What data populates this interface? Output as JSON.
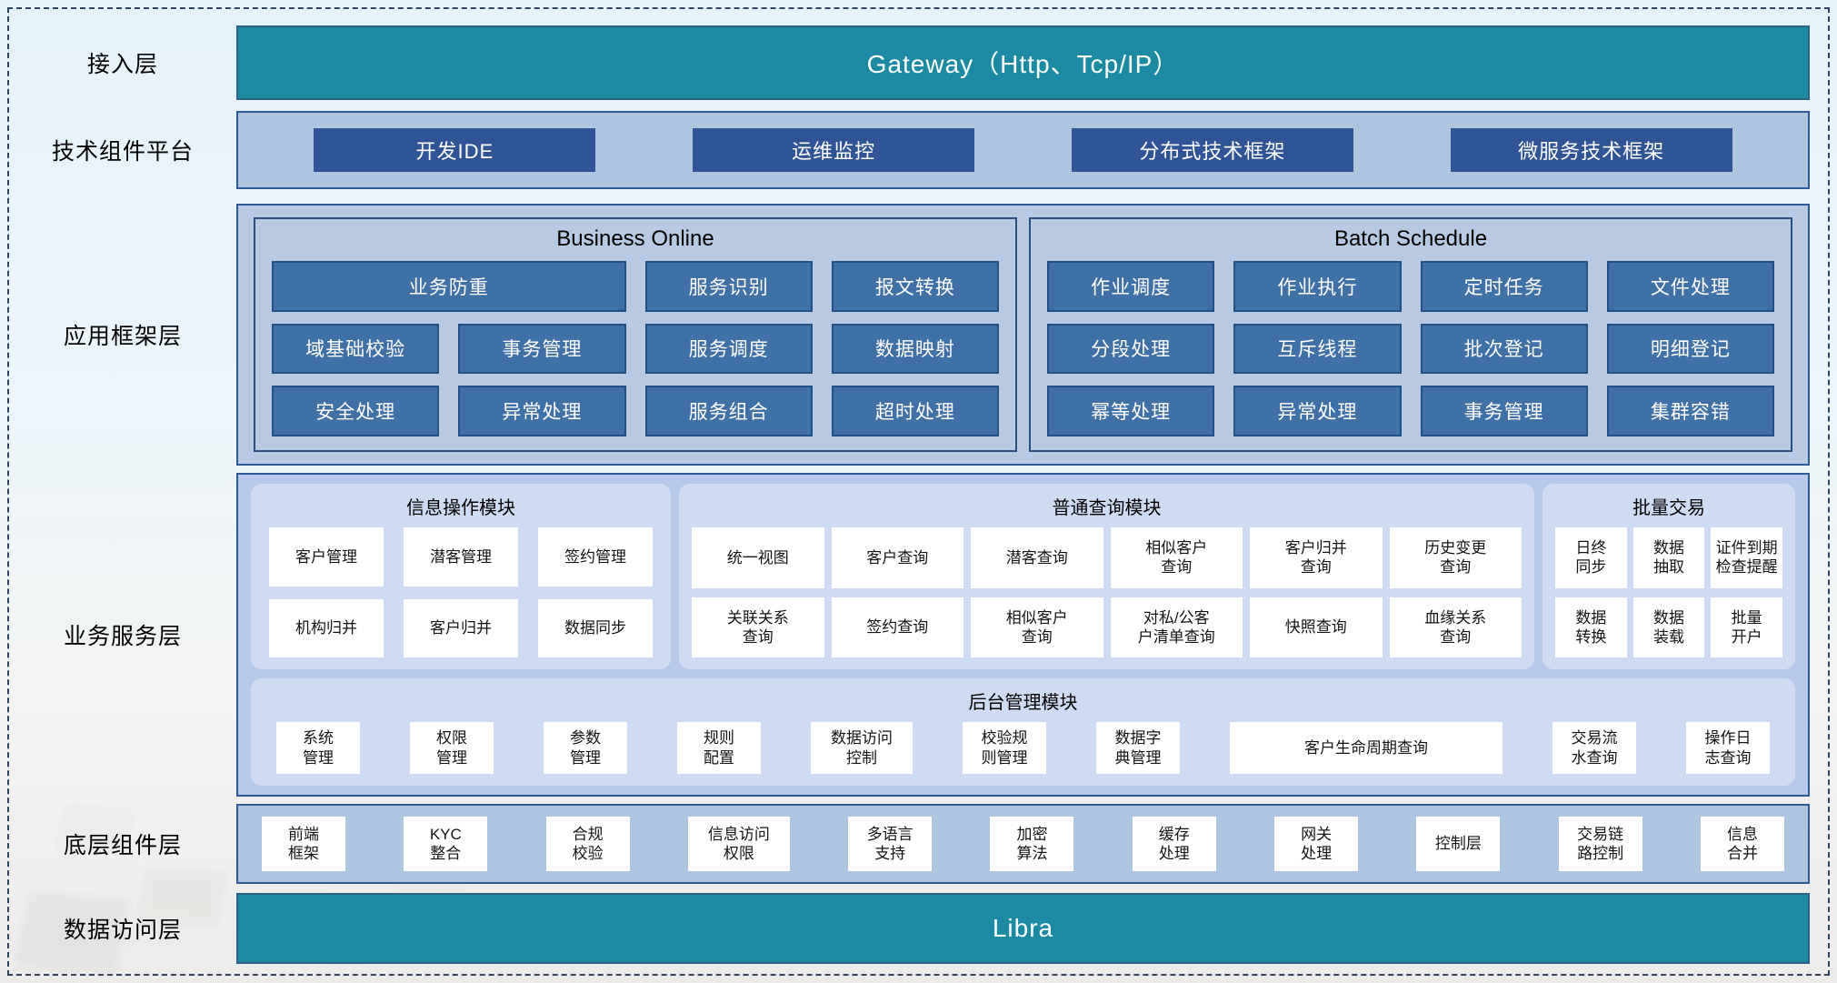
{
  "colors": {
    "teal_bar": "#1b8aa2",
    "dark_blue_button": "#2f5597",
    "mid_blue_button": "#4071a6",
    "container_blue": "#aec5e0",
    "module_panel": "#cfdaf3",
    "dashed_border": "#2e4460"
  },
  "layers": [
    {
      "label": "接入层",
      "bar_text": "Gateway（Http、Tcp/IP）"
    },
    {
      "label": "技术组件平台",
      "buttons": [
        "开发IDE",
        "运维监控",
        "分布式技术框架",
        "微服务技术框架"
      ]
    },
    {
      "label": "应用框架层",
      "panels": [
        {
          "title": "Business Online",
          "buttons": [
            "业务防重",
            "服务识别",
            "报文转换",
            "域基础校验",
            "事务管理",
            "服务调度",
            "数据映射",
            "安全处理",
            "异常处理",
            "服务组合",
            "超时处理"
          ]
        },
        {
          "title": "Batch Schedule",
          "buttons": [
            "作业调度",
            "作业执行",
            "定时任务",
            "文件处理",
            "分段处理",
            "互斥线程",
            "批次登记",
            "明细登记",
            "幂等处理",
            "异常处理",
            "事务管理",
            "集群容错"
          ]
        }
      ]
    },
    {
      "label": "业务服务层",
      "modules": [
        {
          "title": "信息操作模块",
          "items": [
            "客户管理",
            "潜客管理",
            "签约管理",
            "机构归并",
            "客户归并",
            "数据同步"
          ]
        },
        {
          "title": "普通查询模块",
          "items": [
            "统一视图",
            "客户查询",
            "潜客查询",
            "相似客户\n查询",
            "客户归并\n查询",
            "历史变更\n查询",
            "关联关系\n查询",
            "签约查询",
            "相似客户\n查询",
            "对私/公客\n户清单查询",
            "快照查询",
            "血缘关系\n查询"
          ]
        },
        {
          "title": "批量交易",
          "items": [
            "日终\n同步",
            "数据\n抽取",
            "证件到期\n检查提醒",
            "数据\n转换",
            "数据\n装载",
            "批量\n开户"
          ]
        },
        {
          "title": "后台管理模块",
          "items": [
            "系统\n管理",
            "权限\n管理",
            "参数\n管理",
            "规则\n配置",
            "数据访问\n控制",
            "校验规\n则管理",
            "数据字\n典管理",
            "客户生命周期查询",
            "交易流\n水查询",
            "操作日\n志查询"
          ]
        }
      ]
    },
    {
      "label": "底层组件层",
      "items": [
        "前端\n框架",
        "KYC\n整合",
        "合规\n校验",
        "信息访问\n权限",
        "多语言\n支持",
        "加密\n算法",
        "缓存\n处理",
        "网关\n处理",
        "控制层",
        "交易链\n路控制",
        "信息\n合并"
      ]
    },
    {
      "label": "数据访问层",
      "bar_text": "Libra"
    }
  ]
}
